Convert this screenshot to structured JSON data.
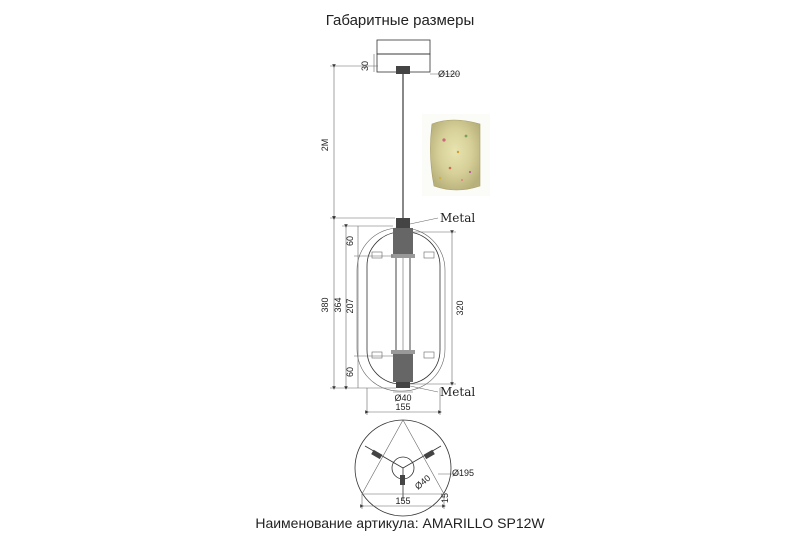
{
  "header": {
    "title": "Габаритные размеры"
  },
  "footer": {
    "article": "Наименование артикула: AMARILLO SP12W"
  },
  "dimensions": {
    "canopy_height": "30",
    "canopy_diameter": "Ø120",
    "cable_length": "2М",
    "top_segment": "60",
    "overall_height": "380",
    "frame_height": "364",
    "middle_segment": "207",
    "bottom_segment": "60",
    "glass_height": "320",
    "tube_diameter": "Ø40",
    "width": "155",
    "bottom_diameter": "Ø195",
    "bottom_small_diameter": "Ø40",
    "bottom_offset": "15",
    "bottom_width": "155"
  },
  "callouts": {
    "top_material": "Metal",
    "bottom_material": "Metal"
  },
  "colors": {
    "line": "#333333",
    "glass_swatch": "#d8d0a0"
  }
}
